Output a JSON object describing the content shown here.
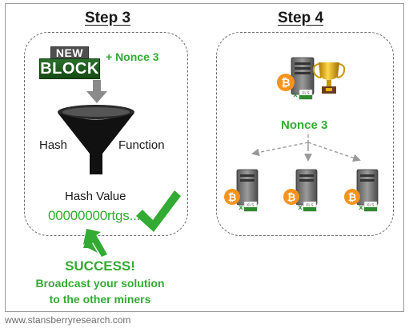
{
  "step3": {
    "title": "Step 3",
    "new_block_top": "NEW",
    "new_block_bottom": "BLOCK",
    "nonce_label": "+ Nonce 3",
    "hash_label_left": "Hash",
    "hash_label_right": "Function",
    "hash_value_label": "Hash Value",
    "hash_value": "00000000rtgs..."
  },
  "success": {
    "title": "SUCCESS!",
    "line1": "Broadcast your solution",
    "line2": "to the other miners"
  },
  "step4": {
    "title": "Step 4",
    "nonce_label": "Nonce 3",
    "xls_label": "XLS"
  },
  "footer": "www.stansberryresearch.com",
  "colors": {
    "green": "#33aa33",
    "bitcoin_orange": "#f7931a",
    "trophy_gold": "#e8b010",
    "block_green": "#1f5f1f"
  }
}
